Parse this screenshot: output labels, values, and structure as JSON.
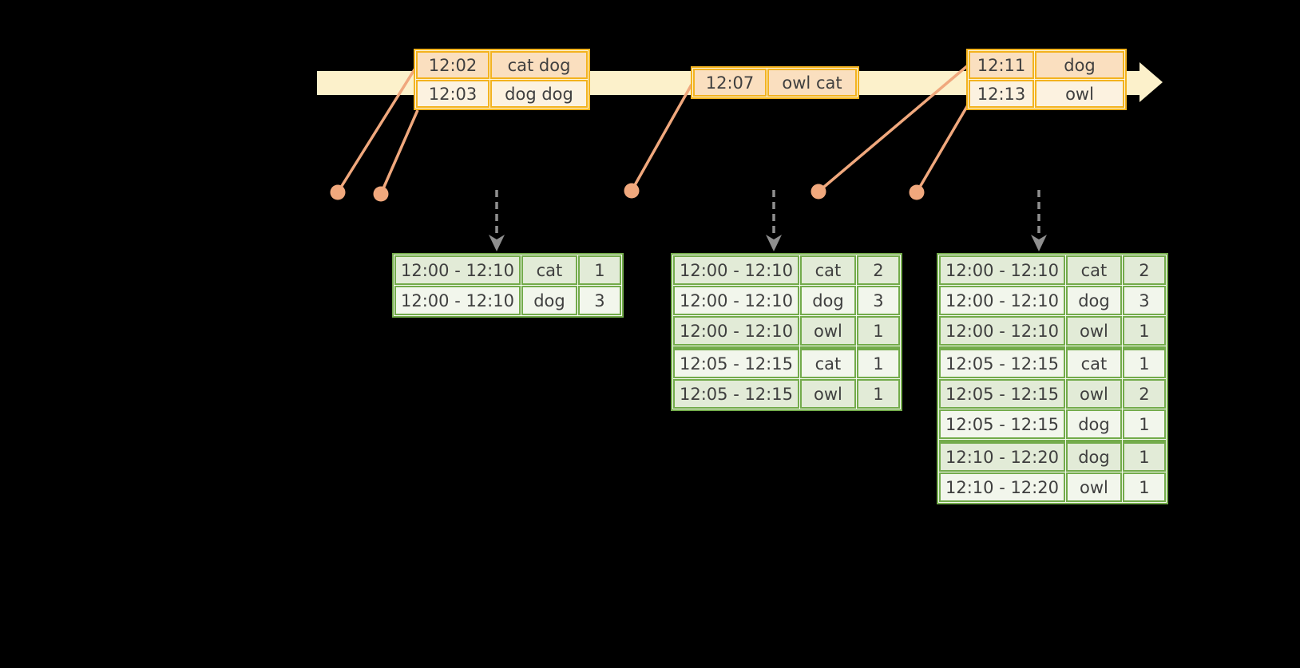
{
  "colors": {
    "background": "#000000",
    "timeline_band": "#FCF1CB",
    "event_table_border": "#F3B31F",
    "event_row_dark": "#FADFBF",
    "event_row_light": "#FCF2E0",
    "event_marker": "#F0A87D",
    "trigger_arrow": "#8F8F8F",
    "result_table_border": "#73AB4B",
    "result_row_dark": "#E2EBD7",
    "result_row_light": "#F2F6EC",
    "text": "#3F3F3F"
  },
  "event_tables": [
    {
      "rows": [
        [
          "12:02",
          "cat dog"
        ],
        [
          "12:03",
          "dog dog"
        ]
      ]
    },
    {
      "rows": [
        [
          "12:07",
          "owl cat"
        ]
      ]
    },
    {
      "rows": [
        [
          "12:11",
          "dog"
        ],
        [
          "12:13",
          "owl"
        ]
      ]
    }
  ],
  "result_tables": [
    {
      "rows": [
        [
          "12:00 - 12:10",
          "cat",
          "1"
        ],
        [
          "12:00 - 12:10",
          "dog",
          "3"
        ]
      ]
    },
    {
      "rows": [
        [
          "12:00 - 12:10",
          "cat",
          "2"
        ],
        [
          "12:00 - 12:10",
          "dog",
          "3"
        ],
        [
          "12:00 - 12:10",
          "owl",
          "1"
        ],
        [
          "12:05 - 12:15",
          "cat",
          "1"
        ],
        [
          "12:05 - 12:15",
          "owl",
          "1"
        ]
      ]
    },
    {
      "rows": [
        [
          "12:00 - 12:10",
          "cat",
          "2"
        ],
        [
          "12:00 - 12:10",
          "dog",
          "3"
        ],
        [
          "12:00 - 12:10",
          "owl",
          "1"
        ],
        [
          "12:05 - 12:15",
          "cat",
          "1"
        ],
        [
          "12:05 - 12:15",
          "owl",
          "2"
        ],
        [
          "12:05 - 12:15",
          "dog",
          "1"
        ],
        [
          "12:10 - 12:20",
          "dog",
          "1"
        ],
        [
          "12:10 - 12:20",
          "owl",
          "1"
        ]
      ]
    }
  ]
}
